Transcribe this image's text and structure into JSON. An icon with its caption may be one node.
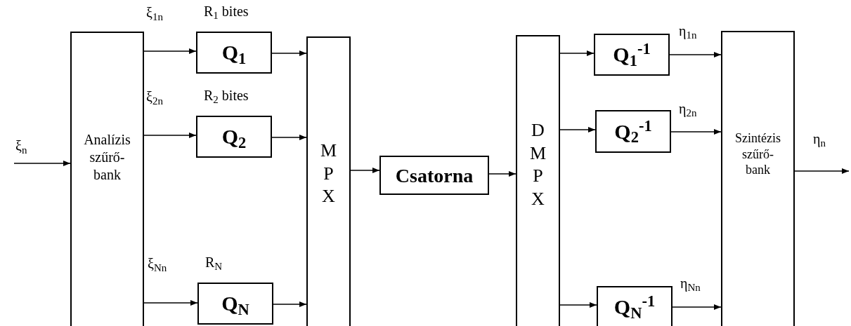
{
  "diagram": {
    "nodes": [
      {
        "text": [
          "Analízis szűrő- bank"
        ]
      },
      {
        "text": [
          "Q$_{1}$"
        ],
        "beside": [
          "R$_{1}$ bites"
        ]
      },
      {
        "text": [
          "Q$_{2}$"
        ],
        "beside": [
          "R$_{2}$ bites"
        ]
      },
      {
        "text": [
          "Q$_{N}$"
        ],
        "beside": [
          "R$_{N}$"
        ]
      },
      {
        "text": [
          "M P X"
        ]
      },
      {
        "text": [
          "Csatorna"
        ]
      },
      {
        "text": [
          "D M P X"
        ]
      },
      {
        "text": [
          "Q$_{1}$$^{-1}$"
        ]
      },
      {
        "text": [
          "Q$_{2}$$^{-1}$"
        ]
      },
      {
        "text": [
          "Q$_{N}$$^{-1}$"
        ]
      },
      {
        "text": [
          "Szintézis szűrő- bank"
        ]
      }
    ],
    "edges": [
      {
        "from": null,
        "to": 0,
        "arrow": "to"
      },
      {
        "from": 0,
        "to": 1,
        "arrow": "to"
      },
      {
        "from": 0,
        "to": 2,
        "arrow": "to"
      },
      {
        "from": 0,
        "to": 3,
        "arrow": "to"
      },
      {
        "from": 1,
        "to": 4,
        "arrow": "to"
      },
      {
        "from": 2,
        "to": 4,
        "arrow": "to"
      },
      {
        "from": 3,
        "to": 4,
        "arrow": "to"
      },
      {
        "from": 4,
        "to": 5,
        "arrow": "to"
      },
      {
        "from": 5,
        "to": 6,
        "arrow": "to"
      },
      {
        "from": 6,
        "to": 7,
        "arrow": "to"
      },
      {
        "from": 6,
        "to": 8,
        "arrow": "to"
      },
      {
        "from": 6,
        "to": 9,
        "arrow": "to"
      },
      {
        "from": 7,
        "to": 10,
        "arrow": "to"
      },
      {
        "from": 8,
        "to": 10,
        "arrow": "to"
      },
      {
        "from": 9,
        "to": 10,
        "arrow": "to"
      },
      {
        "from": 10,
        "to": null,
        "arrow": "to"
      }
    ],
    "labels": [
      "ξ$_{1n}$",
      "η$_{1n}$",
      "ξ$_{2n}$",
      "η$_{2n}$",
      "ξ$_{n}$",
      "η$_{n}$",
      "ξ$_{Nn}$",
      "η$_{Nn}$"
    ]
  }
}
